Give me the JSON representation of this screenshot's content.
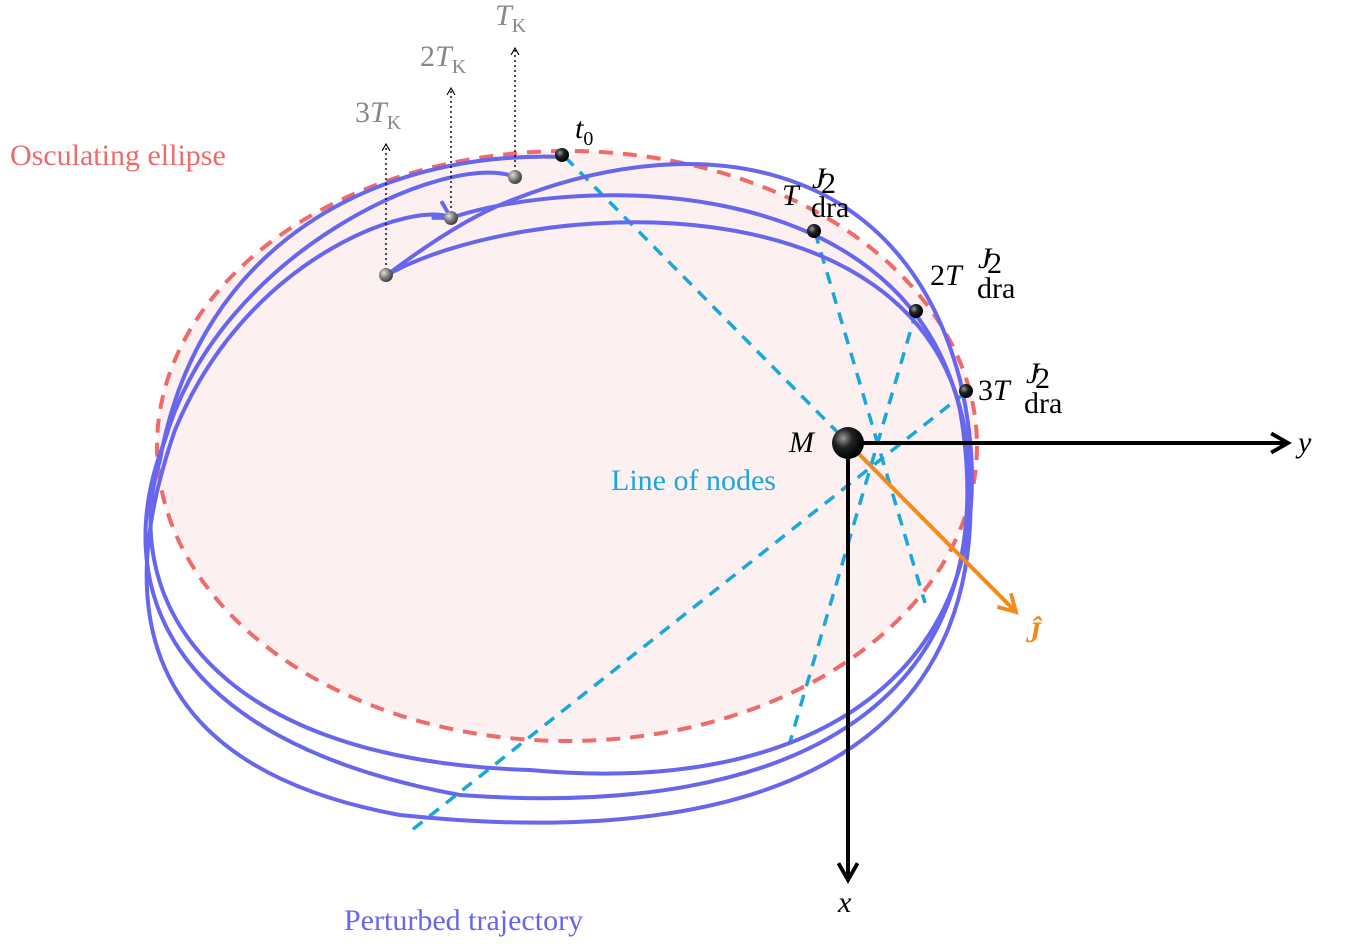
{
  "labels": {
    "osculating_ellipse": "Osculating ellipse",
    "perturbed_trajectory": "Perturbed trajectory",
    "line_of_nodes": "Line of nodes",
    "central_mass": "M",
    "axis_x": "x",
    "axis_y": "y",
    "j_hat": "Ĵ",
    "t0": {
      "base": "t",
      "sub": "0"
    },
    "keplerian_periods": [
      {
        "coef": "",
        "base": "T",
        "sub": "K"
      },
      {
        "coef": "2",
        "base": "T",
        "sub": "K"
      },
      {
        "coef": "3",
        "base": "T",
        "sub": "K"
      }
    ],
    "draconic_periods": [
      {
        "coef": "",
        "base": "T",
        "sup": "J",
        "sup_sub": "2",
        "sub": "dra"
      },
      {
        "coef": "2",
        "base": "T",
        "sup": "J",
        "sup_sub": "2",
        "sub": "dra"
      },
      {
        "coef": "3",
        "base": "T",
        "sup": "J",
        "sup_sub": "2",
        "sub": "dra"
      }
    ]
  },
  "colors": {
    "osculating": "#f06a6a",
    "ellipse_fill": "#fdf0f0",
    "trajectory": "#6666ee",
    "nodes": "#1aa7dc",
    "angular_momentum": "#f28a1c",
    "axes": "#000000",
    "keplerian_markers": "#888888"
  }
}
